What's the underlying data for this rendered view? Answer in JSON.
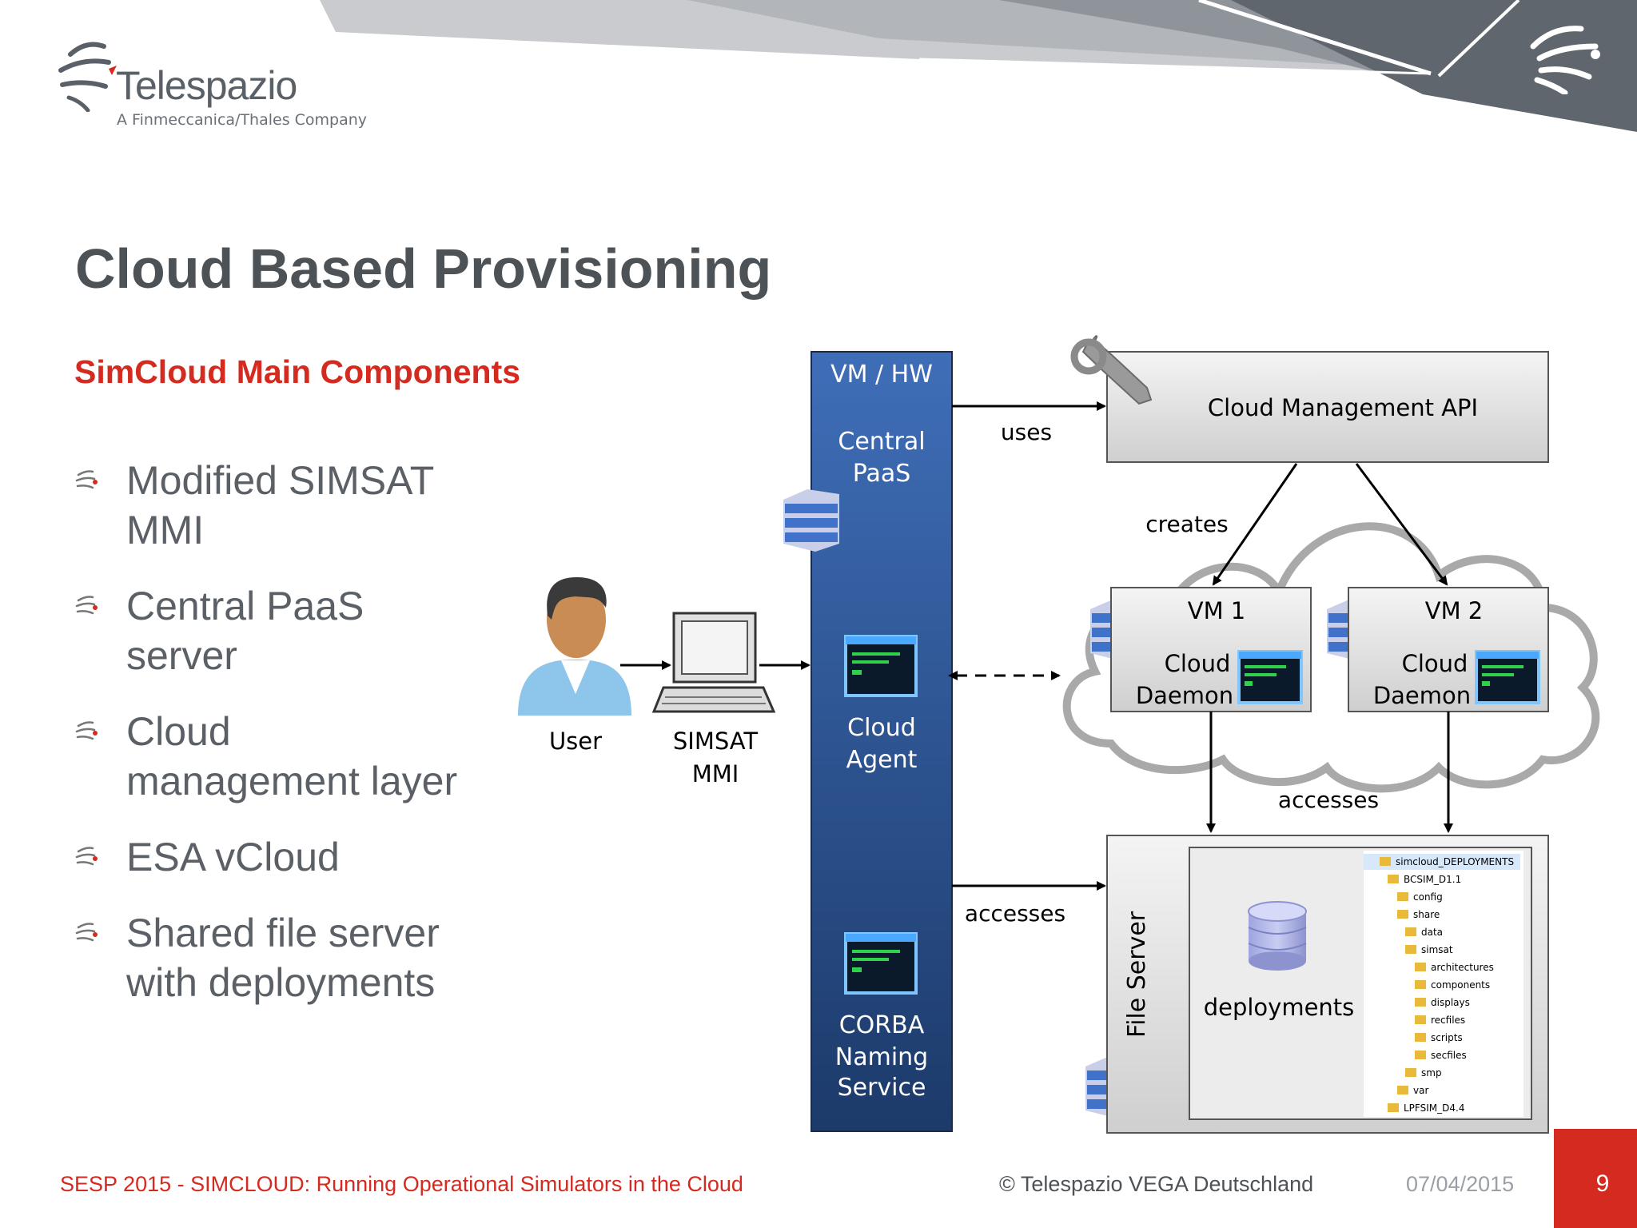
{
  "branding": {
    "company": "Telespazio",
    "tagline": "A Finmeccanica/Thales Company",
    "brand_red": "#d42a1f",
    "brand_gray": "#5a6067"
  },
  "page": {
    "title": "Cloud Based Provisioning"
  },
  "left_panel": {
    "section_title": "SimCloud Main Components",
    "bullets": [
      {
        "line1": "Modified SIMSAT",
        "line2": "MMI"
      },
      {
        "line1": "Central PaaS",
        "line2": "server"
      },
      {
        "line1": "Cloud",
        "line2": "management layer"
      },
      {
        "line1": "ESA vCloud",
        "line2": ""
      },
      {
        "line1": "Shared file server",
        "line2": "with deployments"
      }
    ]
  },
  "diagram": {
    "user_label": "User",
    "mmi_label_1": "SIMSAT",
    "mmi_label_2": "MMI",
    "vm_hw": {
      "header": "VM / HW",
      "central_1": "Central",
      "central_2": "PaaS",
      "agent_1": "Cloud",
      "agent_2": "Agent",
      "corba_1": "CORBA",
      "corba_2": "Naming",
      "corba_3": "Service"
    },
    "uses_label": "uses",
    "cloud_api_label": "Cloud Management API",
    "creates_label": "creates",
    "vm1": {
      "title": "VM 1",
      "daemon_1": "Cloud",
      "daemon_2": "Daemon"
    },
    "vm2": {
      "title": "VM 2",
      "daemon_1": "Cloud",
      "daemon_2": "Daemon"
    },
    "accesses_top_label": "accesses",
    "accesses_left_label": "accesses",
    "file_server_label": "File Server",
    "deployments_label": "deployments",
    "tree": [
      "simcloud_DEPLOYMENTS",
      "BCSIM_D1.1",
      "config",
      "share",
      "data",
      "simsat",
      "architectures",
      "components",
      "displays",
      "recfiles",
      "scripts",
      "secfiles",
      "smp",
      "var",
      "LPFSIM_D4.4"
    ]
  },
  "footer": {
    "left": "SESP 2015 - SIMCLOUD: Running Operational Simulators in the Cloud",
    "copyright": "© Telespazio VEGA Deutschland",
    "date": "07/04/2015",
    "page_number": "9"
  }
}
